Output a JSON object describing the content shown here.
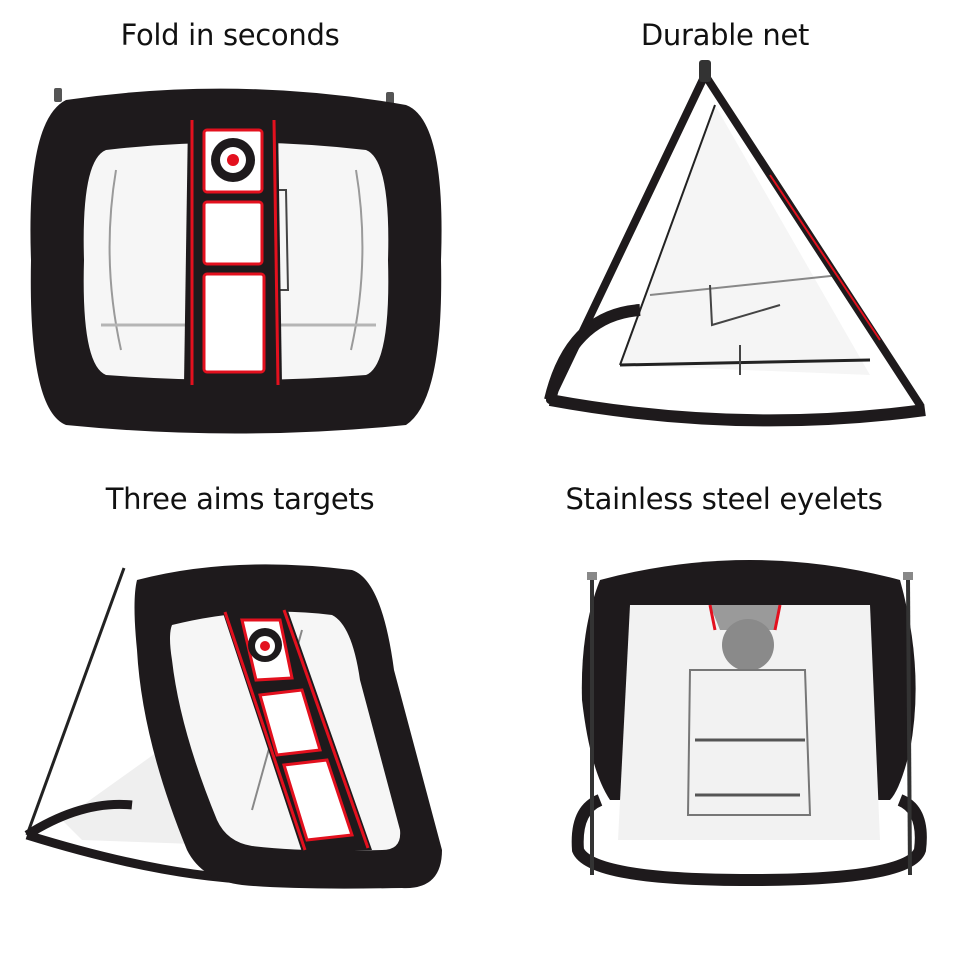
{
  "panels": [
    {
      "caption": "Fold in seconds",
      "view": "front"
    },
    {
      "caption": "Durable net",
      "view": "side"
    },
    {
      "caption": "Three aims targets",
      "view": "angled"
    },
    {
      "caption": "Stainless steel eyelets",
      "view": "rear"
    }
  ],
  "colors": {
    "frame": "#1e1a1c",
    "accent_red": "#e3101e",
    "mesh": "#f4f4f4",
    "caption": "#111111"
  }
}
